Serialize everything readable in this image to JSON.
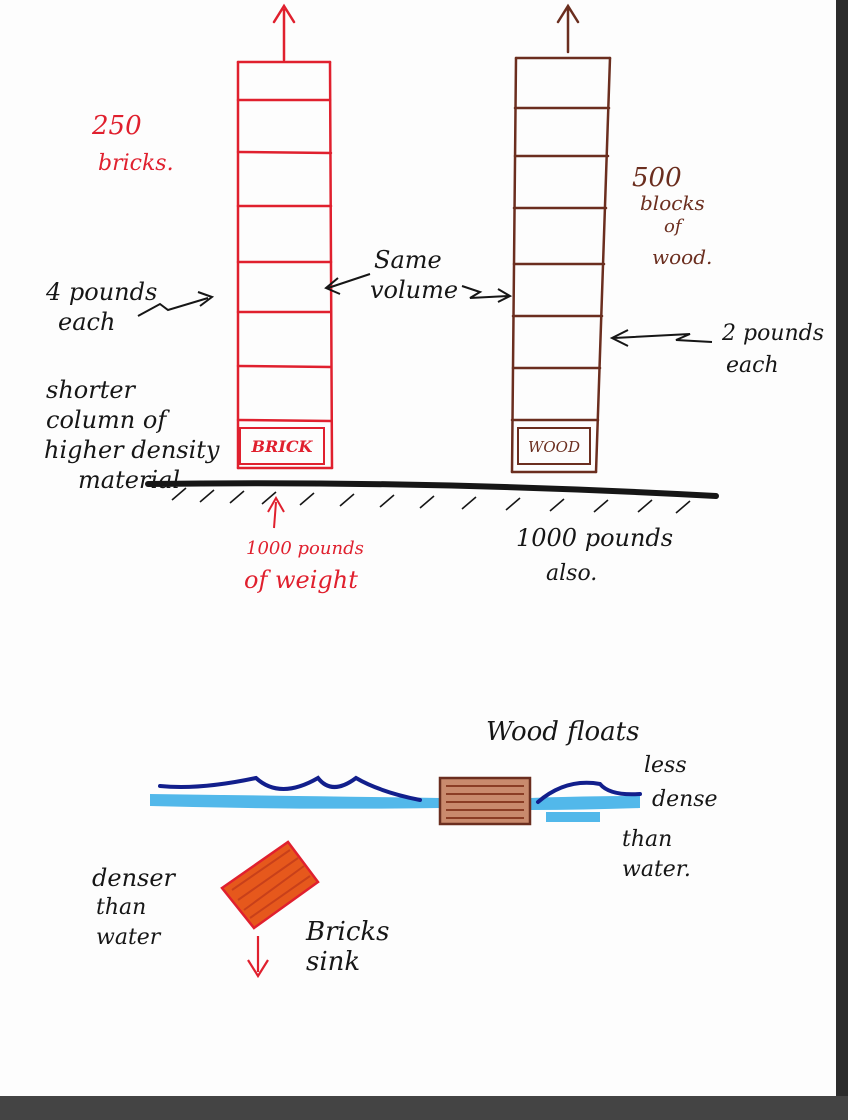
{
  "colors": {
    "brick": "#e0202e",
    "wood": "#6b2e1f",
    "ink": "#161616",
    "water_surface": "#121f8c",
    "water": "#52b8ea",
    "wood_fill": "#a3553a",
    "brick_fill": "#e6581c"
  },
  "columns": {
    "brick": {
      "count_number": "250",
      "count_word": "bricks.",
      "box_label": "BRICK",
      "weight_line1": "1000 pounds",
      "weight_line2": "of weight"
    },
    "wood": {
      "count_number": "500",
      "count_word1": "blocks",
      "count_word2": "of",
      "count_word3": "wood.",
      "box_label": "WOOD",
      "weight_line1": "1000 pounds",
      "weight_line2": "also."
    }
  },
  "annotations": {
    "brick_each_1": "4 pounds",
    "brick_each_2": "each",
    "same_volume_1": "Same",
    "same_volume_2": "volume",
    "wood_each_1": "2 pounds",
    "wood_each_2": "each",
    "shorter_1": "shorter",
    "shorter_2": "column of",
    "shorter_3": "higher density",
    "shorter_4": "material"
  },
  "water_scene": {
    "wood_floats": "Wood floats",
    "less_1": "less",
    "less_2": "dense",
    "less_3": "than",
    "less_4": "water.",
    "denser_1": "denser",
    "denser_2": "than",
    "denser_3": "water",
    "sink_1": "Bricks",
    "sink_2": "sink"
  }
}
